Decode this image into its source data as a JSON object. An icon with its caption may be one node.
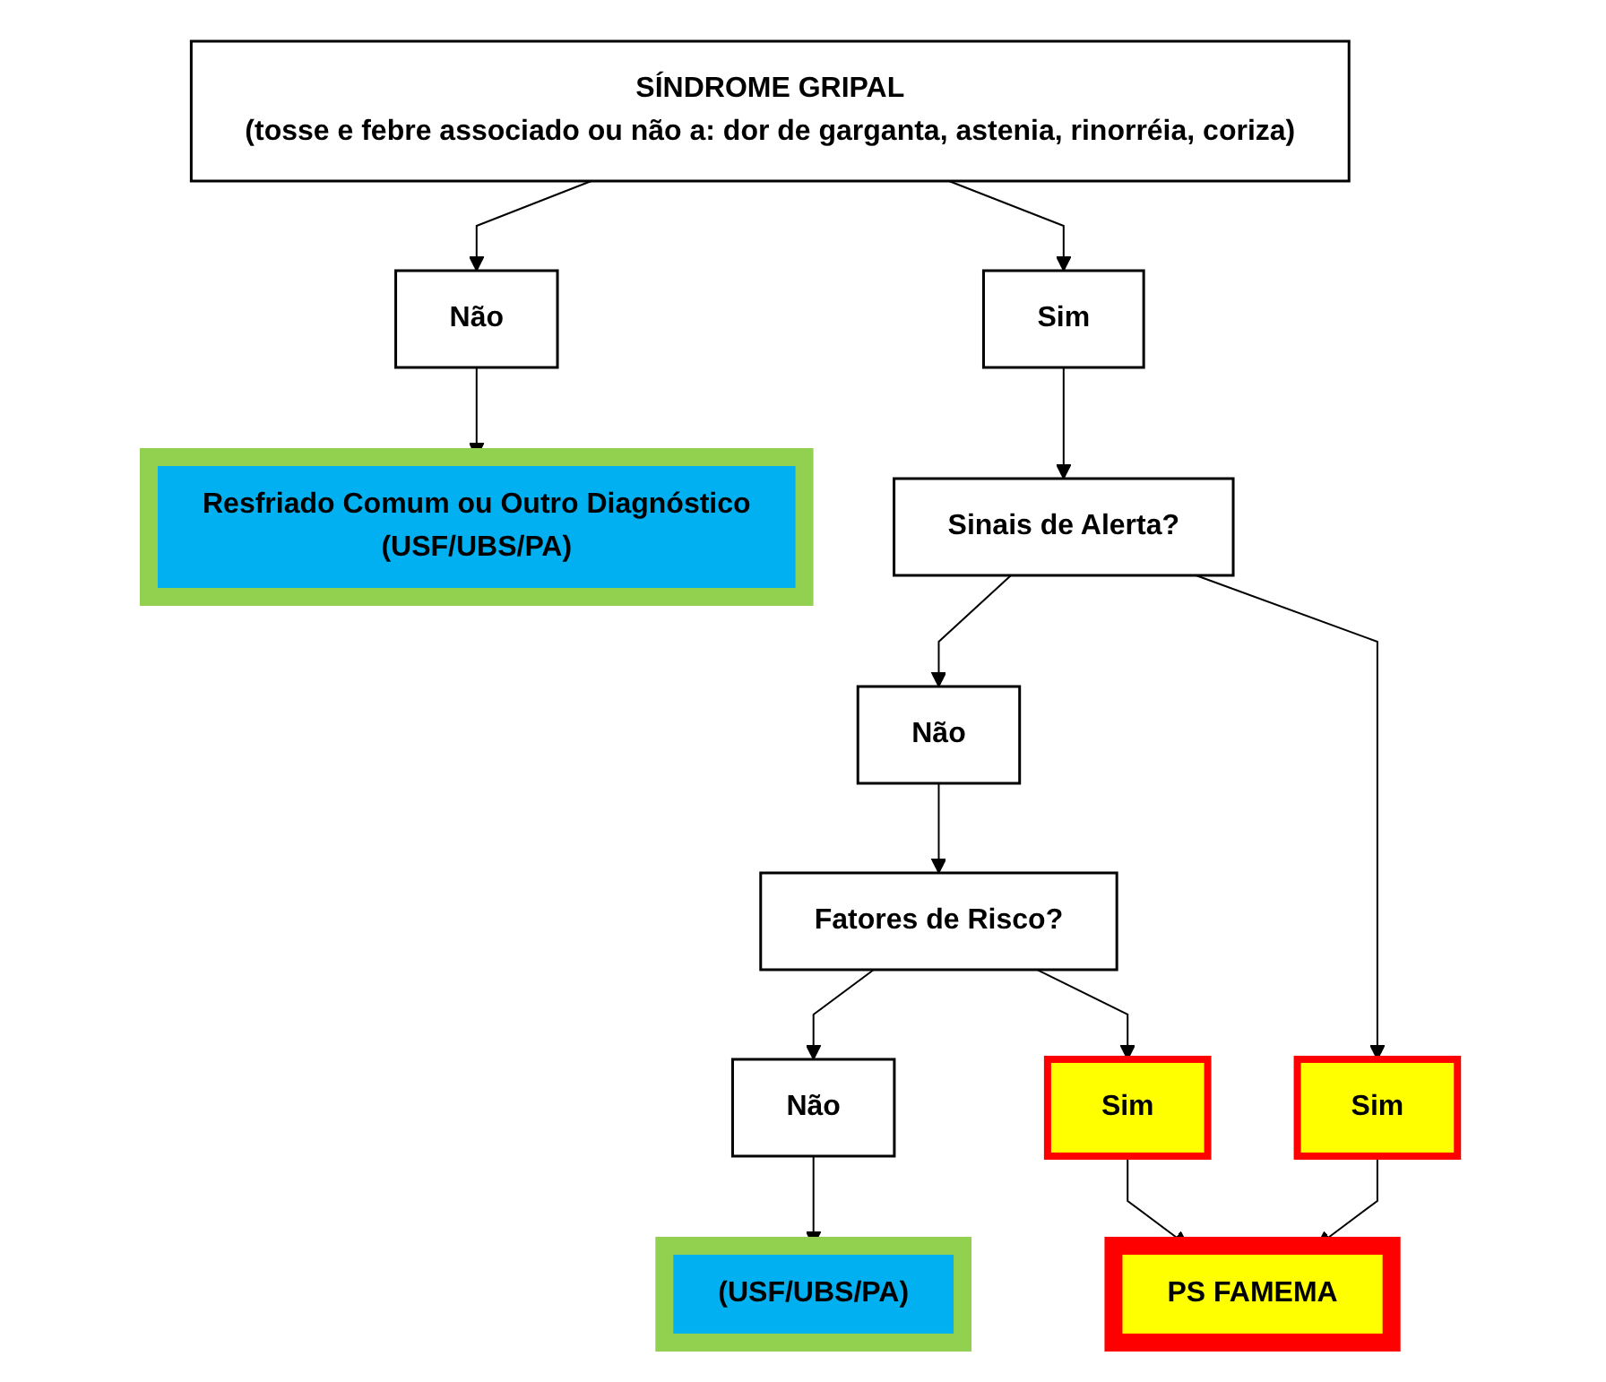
{
  "diagram": {
    "nodes": [
      {
        "text": [
          "SÍNDROME GRIPAL",
          "(tosse e febre associado ou não a: dor de garganta, astenia, rinorréia, coriza)"
        ]
      },
      {
        "text": [
          "Não"
        ]
      },
      {
        "text": [
          "Sim"
        ]
      },
      {
        "text": [
          "Resfriado Comum ou Outro Diagnóstico",
          "(USF/UBS/PA)"
        ]
      },
      {
        "text": [
          "Sinais de Alerta?"
        ]
      },
      {
        "text": [
          "Não"
        ]
      },
      {
        "text": [
          "Sim"
        ]
      },
      {
        "text": [
          "Fatores de Risco?"
        ]
      },
      {
        "text": [
          "Não"
        ]
      },
      {
        "text": [
          "Sim"
        ]
      },
      {
        "text": [
          "(USF/UBS/PA)"
        ]
      },
      {
        "text": [
          "PS FAMEMA"
        ]
      }
    ],
    "edges": [
      {
        "from": 0,
        "to": 1,
        "arrow": "to"
      },
      {
        "from": 0,
        "to": 2,
        "arrow": "to"
      },
      {
        "from": 1,
        "to": 3,
        "arrow": "to"
      },
      {
        "from": 2,
        "to": 4,
        "arrow": "to"
      },
      {
        "from": 4,
        "to": 5,
        "arrow": "to"
      },
      {
        "from": 4,
        "to": 6,
        "arrow": "to"
      },
      {
        "from": 5,
        "to": 7,
        "arrow": "to"
      },
      {
        "from": 7,
        "to": 8,
        "arrow": "to"
      },
      {
        "from": 7,
        "to": 9,
        "arrow": "to"
      },
      {
        "from": 8,
        "to": 10,
        "arrow": "to"
      },
      {
        "from": 9,
        "to": 11,
        "arrow": "to"
      },
      {
        "from": 6,
        "to": 11,
        "arrow": "to"
      }
    ]
  }
}
